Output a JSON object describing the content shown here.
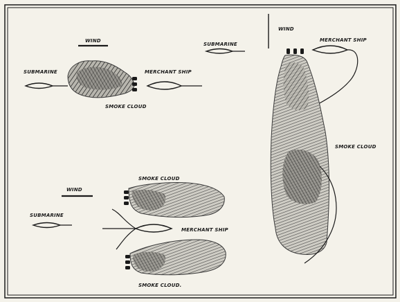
{
  "labels": {
    "wind_top": "WIND",
    "submarine_left": "SUBMARINE",
    "merchant_ship_top": "MERCHANT SHIP",
    "smoke_cloud_top": "SMOKE CLOUD",
    "submarine_mid": "SUBMARINE",
    "wind_right": "WIND",
    "merchant_ship_right": "MERCHANT SHIP",
    "smoke_cloud_right": "SMOKE CLOUD",
    "smoke_cloud_bottom_top": "SMOKE CLOUD",
    "wind_bottom": "WIND",
    "submarine_bottom": "SUBMARINE",
    "merchant_ship_bottom": "MERCHANT SHIP",
    "smoke_cloud_bottom": "SMOKE CLOUD."
  },
  "colors": {
    "paper": "#f4f2ea",
    "ink": "#1a1a1a",
    "smoke_dark": "#4a4a4a",
    "smoke_light": "#9a9a9a"
  }
}
